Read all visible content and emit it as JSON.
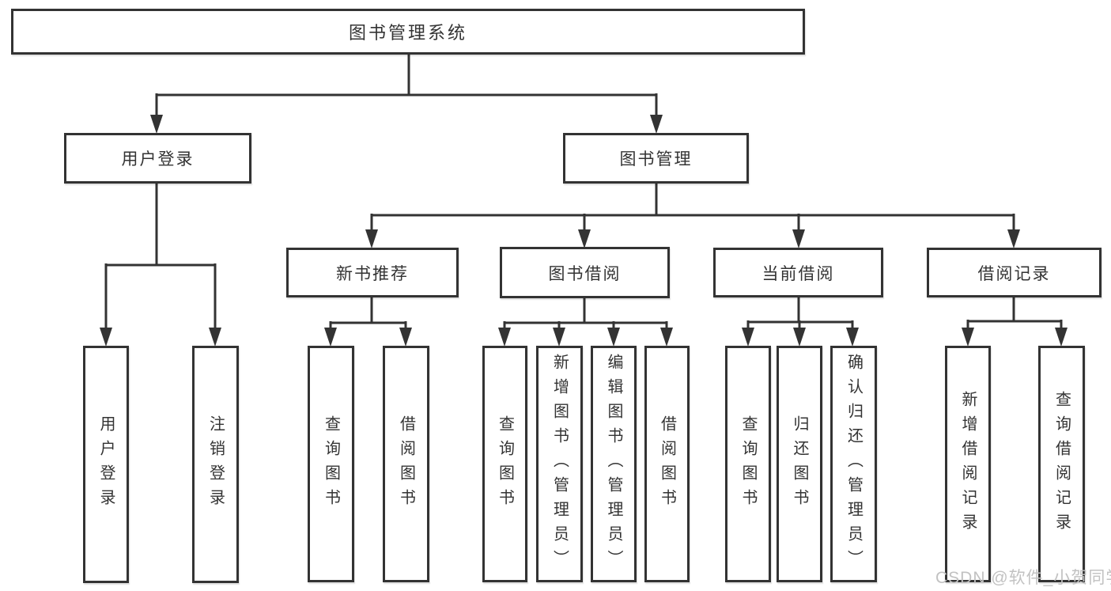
{
  "diagram": {
    "root": "图书管理系统",
    "branches": {
      "user_login": {
        "label": "用户登录",
        "children": [
          "用户登录",
          "注销登录"
        ]
      },
      "book_management": {
        "label": "图书管理",
        "groups": {
          "new_book": {
            "label": "新书推荐",
            "children": [
              "查询图书",
              "借阅图书"
            ]
          },
          "book_borrow": {
            "label": "图书借阅",
            "children": [
              "查询图书",
              "新增图书（管理员）",
              "编辑图书（管理员）",
              "借阅图书"
            ]
          },
          "current_borrow": {
            "label": "当前借阅",
            "children": [
              "查询图书",
              "归还图书",
              "确认归还（管理员）"
            ]
          },
          "borrow_record": {
            "label": "借阅记录",
            "children": [
              "新增借阅记录",
              "查询借阅记录"
            ]
          }
        }
      }
    }
  },
  "watermark": "CSDN @软件_小贺同学",
  "colors": {
    "line": "#333333",
    "text": "#333333",
    "watermark": "#c2c2c2",
    "background": "#ffffff"
  }
}
